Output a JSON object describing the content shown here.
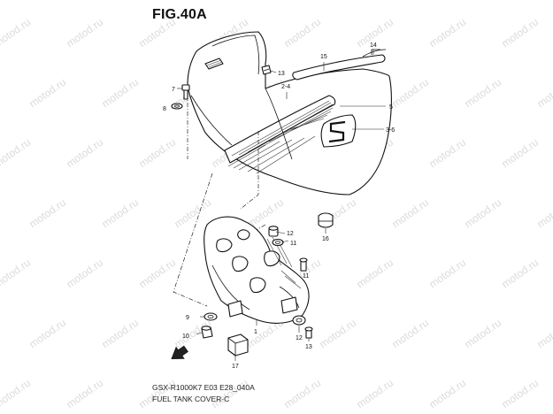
{
  "figure": {
    "title": "FIG.40A",
    "model_code": "GSX-R1000K7 E03 E28_040A",
    "caption": "FUEL TANK COVER-C"
  },
  "watermark": {
    "text": "motod.ru"
  },
  "callouts": [
    "14",
    "15",
    "13",
    "7",
    "2-4",
    "8",
    "5",
    "3-6",
    "12",
    "11",
    "16",
    "11",
    "9",
    "10",
    "1",
    "12",
    "13",
    "17"
  ]
}
